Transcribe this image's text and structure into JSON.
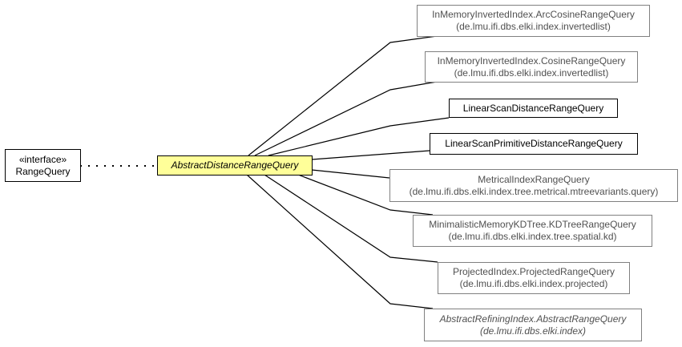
{
  "interface": {
    "stereotype": "«interface»",
    "name": "RangeQuery"
  },
  "center": {
    "name": "AbstractDistanceRangeQuery",
    "fill": "#ffff99"
  },
  "subclasses": [
    {
      "name": "InMemoryInvertedIndex.ArcCosineRangeQuery",
      "package": "(de.lmu.ifi.dbs.elki.index.invertedlist)"
    },
    {
      "name": "InMemoryInvertedIndex.CosineRangeQuery",
      "package": "(de.lmu.ifi.dbs.elki.index.invertedlist)"
    },
    {
      "name": "LinearScanDistanceRangeQuery"
    },
    {
      "name": "LinearScanPrimitiveDistanceRangeQuery"
    },
    {
      "name": "MetricalIndexRangeQuery",
      "package": "(de.lmu.ifi.dbs.elki.index.tree.metrical.mtreevariants.query)"
    },
    {
      "name": "MinimalisticMemoryKDTree.KDTreeRangeQuery",
      "package": "(de.lmu.ifi.dbs.elki.index.tree.spatial.kd)"
    },
    {
      "name": "ProjectedIndex.ProjectedRangeQuery",
      "package": "(de.lmu.ifi.dbs.elki.index.projected)"
    },
    {
      "name": "AbstractRefiningIndex.AbstractRangeQuery",
      "package": "(de.lmu.ifi.dbs.elki.index)"
    }
  ]
}
